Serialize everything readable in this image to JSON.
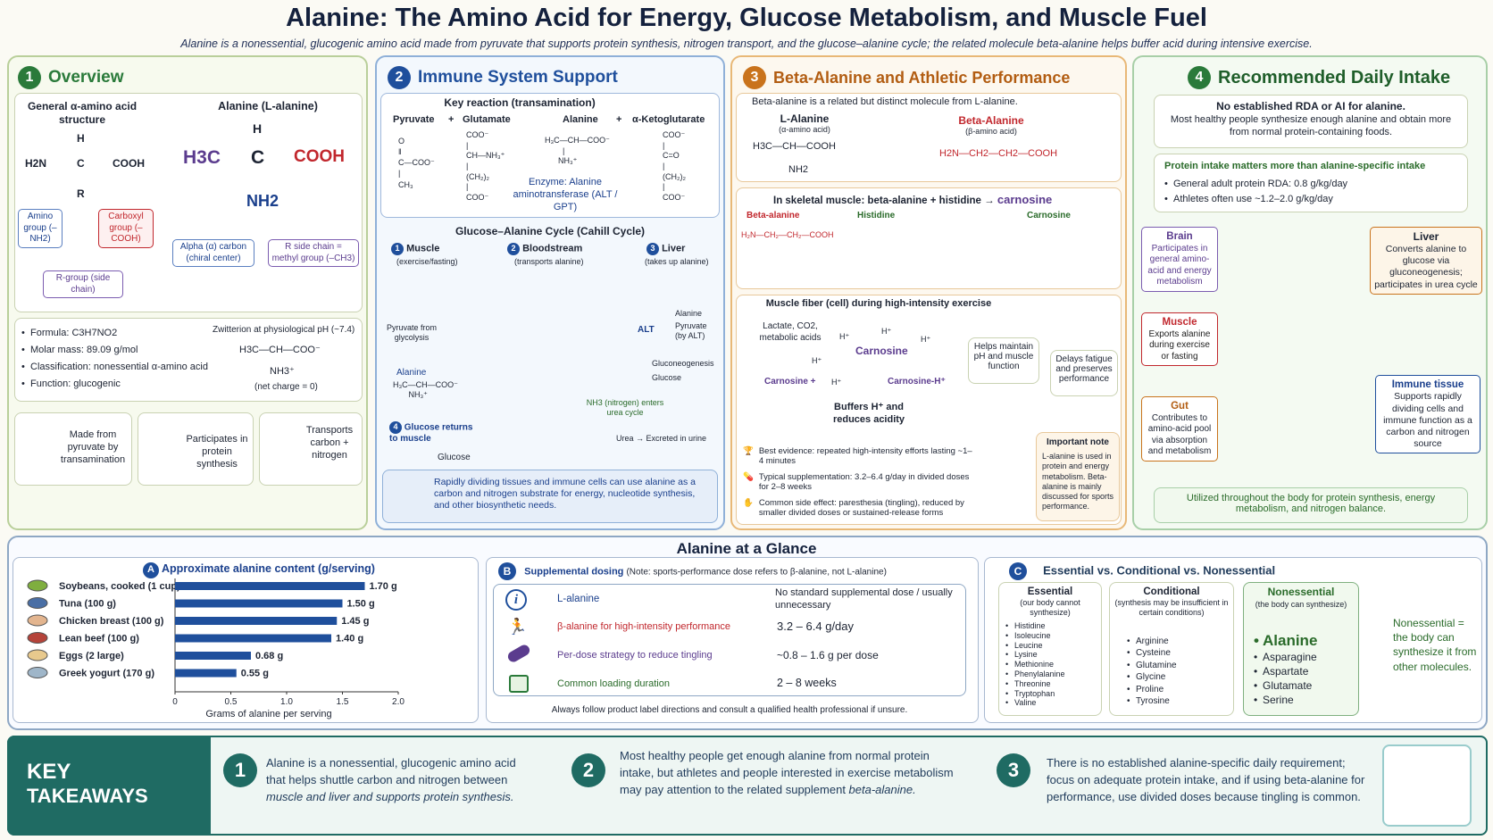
{
  "header": {
    "title": "Alanine: The Amino Acid for Energy, Glucose Metabolism, and Muscle Fuel",
    "subtitle": "Alanine is a nonessential, glucogenic amino acid made from pyruvate that supports protein synthesis, nitrogen transport, and the glucose–alanine cycle; the related molecule beta-alanine helps buffer acid during intensive exercise."
  },
  "colors": {
    "green": "#2a7a3a",
    "blue": "#1f4f9c",
    "orange": "#c9731c",
    "red": "#c1272d",
    "teal": "#1f6b63"
  },
  "overview": {
    "num": "1",
    "title": "Overview",
    "general_title": "General α-amino acid structure",
    "alanine_title": "Alanine (L-alanine)",
    "gen_h": "H",
    "gen_h2n": "H2N",
    "gen_c": "C",
    "gen_cooh": "COOH",
    "gen_r": "R",
    "ala_h": "H",
    "ala_h3c": "H3C",
    "ala_c": "C",
    "ala_cooh": "COOH",
    "ala_nh2": "NH2",
    "lbl_amino": "Amino group (–NH2)",
    "lbl_carboxyl": "Carboxyl group (–COOH)",
    "lbl_rgroup": "R-group (side chain)",
    "lbl_alpha": "Alpha (α) carbon (chiral center)",
    "lbl_side": "R side chain = methyl group (–CH3)",
    "facts": [
      "Formula: C3H7NO2",
      "Molar mass: 89.09 g/mol",
      "Classification: nonessential α-amino acid",
      "Function: glucogenic"
    ],
    "zwitter_title": "Zwitterion at physiological pH (~7.4)",
    "zw_top": "H3C—CH—COO⁻",
    "zw_bottom": "NH3⁺",
    "zw_charge": "(net charge = 0)",
    "cards": [
      "Made from pyruvate by transamination",
      "Participates in protein synthesis",
      "Transports carbon + nitrogen"
    ]
  },
  "immune": {
    "num": "2",
    "title": "Immune System Support",
    "key_reaction": "Key reaction (transamination)",
    "eq": [
      "Pyruvate",
      "+",
      "Glutamate",
      "Alanine",
      "+",
      "α-Ketoglutarate"
    ],
    "enzyme": "Enzyme: Alanine aminotransferase (ALT / GPT)",
    "cycle_title": "Glucose–Alanine Cycle (Cahill Cycle)",
    "muscle": "Muscle",
    "muscle_sub": "(exercise/fasting)",
    "blood": "Bloodstream",
    "blood_sub": "(transports alanine)",
    "liver": "Liver",
    "liver_sub": "(takes up alanine)",
    "step_nums": [
      "1",
      "2",
      "3",
      "4"
    ],
    "pyr_from": "Pyruvate from glycolysis",
    "alanine": "Alanine",
    "alanine_liver": "Alanine",
    "alt": "ALT",
    "pyr_liver": "Pyruvate (by ALT)",
    "gluconeo": "Gluconeogenesis",
    "glucose": "Glucose",
    "nh3": "NH3 (nitrogen) enters urea cycle",
    "urea": "Urea → Excreted in urine",
    "returns": "Glucose returns to muscle",
    "glucose2": "Glucose",
    "note": "Rapidly dividing tissues and immune cells can use alanine as a carbon and nitrogen substrate for energy, nucleotide synthesis, and other biosynthetic needs."
  },
  "beta": {
    "num": "3",
    "title": "Beta-Alanine and Athletic Performance",
    "intro": "Beta-alanine is a related but distinct molecule from L-alanine.",
    "l_title": "L-Alanine",
    "l_sub": "(α-amino acid)",
    "l_formula": "H3C—CH—COOH",
    "l_nh2": "NH2",
    "b_title": "Beta-Alanine",
    "b_sub": "(β-amino acid)",
    "b_formula": "H2N—CH2—CH2—COOH",
    "carn_title": "In skeletal muscle: beta-alanine + histidine →",
    "carn_word": "carnosine",
    "lbl_beta": "Beta-alanine",
    "lbl_his": "Histidine",
    "lbl_carn": "Carnosine",
    "fiber_title": "Muscle fiber (cell) during high-intensity exercise",
    "lactate": "Lactate, CO2, metabolic acids",
    "carnosine_center": "Carnosine",
    "carn_left": "Carnosine +",
    "carn_right": "Carnosine-H⁺",
    "hplus": "H⁺",
    "buffers": "Buffers H⁺ and reduces acidity",
    "maintain": "Helps maintain pH and muscle function",
    "delays": "Delays fatigue and preserves performance",
    "evidence": [
      "Best evidence: repeated high-intensity efforts lasting ~1–4 minutes",
      "Typical supplementation: 3.2–6.4 g/day in divided doses for 2–8 weeks",
      "Common side effect: paresthesia (tingling), reduced by smaller divided doses or sustained-release forms"
    ],
    "note_title": "Important note",
    "note_text": "L-alanine is used in protein and energy metabolism. Beta-alanine is mainly discussed for sports performance."
  },
  "intake": {
    "num": "4",
    "title": "Recommended Daily Intake",
    "no_rda": "No established RDA or AI for alanine.",
    "no_rda_sub": "Most healthy people synthesize enough alanine and obtain more from normal protein-containing foods.",
    "protein_title": "Protein intake matters more than alanine-specific intake",
    "protein_items": [
      "General adult protein RDA: 0.8 g/kg/day",
      "Athletes often use ~1.2–2.0 g/kg/day"
    ],
    "brain_t": "Brain",
    "brain": "Participates in general amino-acid and energy metabolism",
    "liver_t": "Liver",
    "liver": "Converts alanine to glucose via gluconeogenesis; participates in urea cycle",
    "muscle_t": "Muscle",
    "muscle": "Exports alanine during exercise or fasting",
    "gut_t": "Gut",
    "gut": "Contributes to amino-acid pool via absorption and metabolism",
    "immune_t": "Immune tissue",
    "immune": "Supports rapidly dividing cells and immune function as a carbon and nitrogen source",
    "footer": "Utilized throughout the body for protein synthesis, energy metabolism, and nitrogen balance."
  },
  "glance": {
    "title": "Alanine at a Glance",
    "a_letter": "A",
    "a_title": "Approximate alanine content (g/serving)",
    "chart_data": {
      "type": "bar",
      "title": "Approximate alanine content (g/serving)",
      "categories": [
        "Soybeans, cooked (1 cup)",
        "Tuna (100 g)",
        "Chicken breast (100 g)",
        "Lean beef (100 g)",
        "Eggs (2 large)",
        "Greek yogurt (170 g)"
      ],
      "values": [
        1.7,
        1.5,
        1.45,
        1.4,
        0.68,
        0.55
      ],
      "value_labels": [
        "1.70 g",
        "1.50 g",
        "1.45 g",
        "1.40 g",
        "0.68 g",
        "0.55 g"
      ],
      "xlabel": "Grams of alanine per serving",
      "xlim": [
        0,
        2.0
      ],
      "ticks": [
        "0",
        "0.5",
        "1.0",
        "1.5",
        "2.0"
      ]
    },
    "b_letter": "B",
    "b_title": "Supplemental dosing",
    "b_note": "(Note: sports-performance dose refers to β-alanine, not L-alanine)",
    "rows": [
      {
        "label": "L-alanine",
        "value": "No standard supplemental dose / usually unnecessary"
      },
      {
        "label": "β-alanine for high-intensity performance",
        "value": "3.2 – 6.4 g/day"
      },
      {
        "label": "Per-dose strategy to reduce tingling",
        "value": "~0.8 – 1.6 g per dose"
      },
      {
        "label": "Common loading duration",
        "value": "2 – 8 weeks"
      }
    ],
    "b_footer": "Always follow product label directions and consult a qualified health professional if unsure.",
    "c_letter": "C",
    "c_title": "Essential vs. Conditional vs. Nonessential",
    "ess_t": "Essential",
    "ess_sub": "(our body cannot synthesize)",
    "ess": [
      "Histidine",
      "Isoleucine",
      "Leucine",
      "Lysine",
      "Methionine",
      "Phenylalanine",
      "Threonine",
      "Tryptophan",
      "Valine"
    ],
    "cond_t": "Conditional",
    "cond_sub": "(synthesis may be insufficient in certain conditions)",
    "cond": [
      "Arginine",
      "Cysteine",
      "Glutamine",
      "Glycine",
      "Proline",
      "Tyrosine"
    ],
    "non_t": "Nonessential",
    "non_sub": "(the body can synthesize)",
    "non": [
      "Alanine",
      "Asparagine",
      "Aspartate",
      "Glutamate",
      "Serine"
    ],
    "non_note": "Nonessential = the body can synthesize it from other molecules."
  },
  "takeaways": {
    "title1": "KEY",
    "title2": "TAKEAWAYS",
    "items": [
      {
        "num": "1",
        "text": "Alanine is a nonessential, glucogenic amino acid that helps shuttle carbon and nitrogen between ",
        "em": "muscle and liver and supports protein synthesis."
      },
      {
        "num": "2",
        "text": "Most healthy people get enough alanine from normal protein intake, but athletes and people interested in exercise metabolism may pay attention to the related supplement ",
        "em": "beta-alanine."
      },
      {
        "num": "3",
        "text": "There is no established alanine-specific daily requirement; focus on adequate protein intake, and if using beta-alanine for performance, use divided doses because tingling is common.",
        "em": ""
      }
    ]
  }
}
